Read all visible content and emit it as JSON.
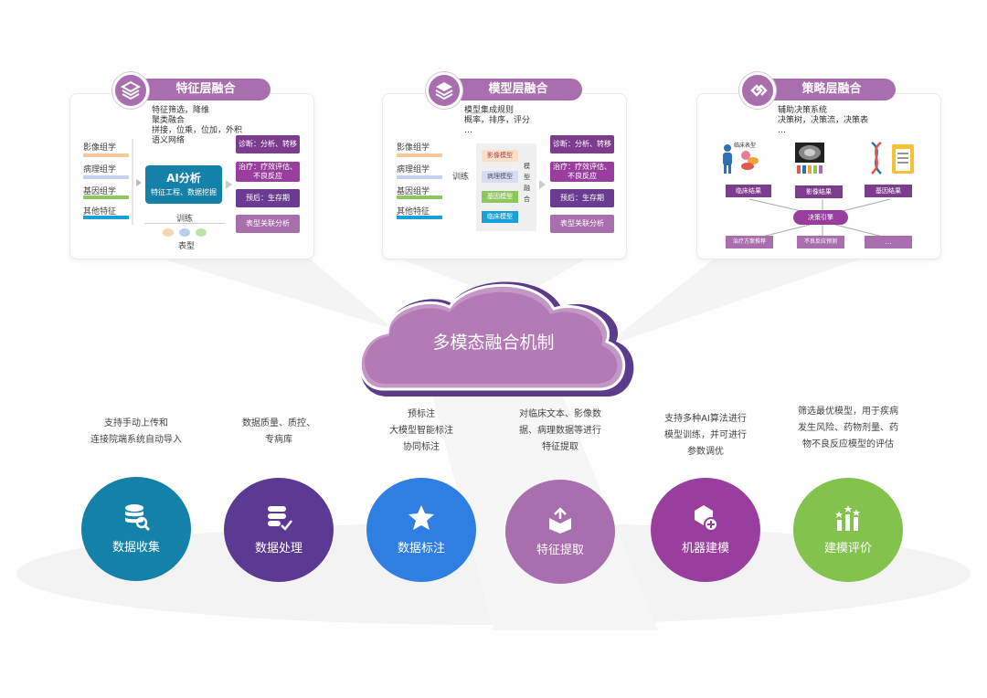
{
  "center": {
    "label": "多模态融合机制"
  },
  "panel1": {
    "title": "特征层融合",
    "icon": "layers-cube-icon",
    "note": [
      "特征筛选，降维",
      "聚类融合",
      "拼接，位乘，位加，外积",
      "语义网络"
    ],
    "inputs": [
      "影像组学",
      "病理组学",
      "基因组学",
      "其他特征"
    ],
    "core_title": "AI分析",
    "core_sub": "特征工程、数据挖掘",
    "train": "训练",
    "phenotype": "表型",
    "outputs": [
      "诊断：分析、转移",
      "治疗：疗效评估、不良反应",
      "预后：生存期",
      "表型关联分析"
    ]
  },
  "panel2": {
    "title": "模型层融合",
    "icon": "stack-layers-icon",
    "note": [
      "模型集成规则",
      "概率，排序，评分",
      "…"
    ],
    "inputs": [
      "影像组学",
      "病理组学",
      "基因组学",
      "其他特征"
    ],
    "train": "训练",
    "models": [
      "影像模型",
      "病理模型",
      "基因模型",
      "临床模型"
    ],
    "fusion": [
      "模",
      "型",
      "融",
      "合"
    ],
    "outputs": [
      "诊断：分析、转移",
      "治疗：疗效评估、不良反应",
      "预后：生存期",
      "表型关联分析"
    ]
  },
  "panel3": {
    "title": "策略层融合",
    "icon": "diamond-link-icon",
    "note": [
      "辅助决策系统",
      "决策树，决策流，决策表",
      "…"
    ],
    "clinical_type": "临床表型",
    "results": [
      "临床结果",
      "影像结果",
      "基因结果"
    ],
    "engine": "决策引擎",
    "decisions": [
      "治疗方案推荐",
      "不良反应预测",
      "…"
    ]
  },
  "steps": [
    {
      "desc": [
        "支持手动上传和",
        "连接院端系统自动导入"
      ],
      "label": "数据收集",
      "icon": "database-search-icon",
      "color": "#1381a8"
    },
    {
      "desc": [
        "数据质量、质控、",
        "专病库"
      ],
      "label": "数据处理",
      "icon": "database-check-icon",
      "color": "#5b3a93"
    },
    {
      "desc": [
        "预标注",
        "大模型智能标注",
        "协同标注"
      ],
      "label": "数据标注",
      "icon": "star-badge-icon",
      "color": "#2f7fe3"
    },
    {
      "desc": [
        "对临床文本、影像数",
        "据、病理数据等进行",
        "特征提取"
      ],
      "label": "特征提取",
      "icon": "box-extract-icon",
      "color": "#a96ead"
    },
    {
      "desc": [
        "支持多种AI算法进行",
        "模型训练，并可进行",
        "参数调优"
      ],
      "label": "机器建模",
      "icon": "hexagon-plus-icon",
      "color": "#993e9e"
    },
    {
      "desc": [
        "筛选最优模型，用于疾病",
        "发生风险、药物剂量、药",
        "物不良反应模型的评估"
      ],
      "label": "建模评价",
      "icon": "bar-chart-stars-icon",
      "color": "#83c24d"
    }
  ],
  "colors": {
    "accent": "#a96ead",
    "dark_purple": "#6a3b91",
    "blue": "#1381a8",
    "bar_colors": [
      "#f6c99b",
      "#c7d0ee",
      "#8cc95a",
      "#1aa0d8"
    ]
  }
}
